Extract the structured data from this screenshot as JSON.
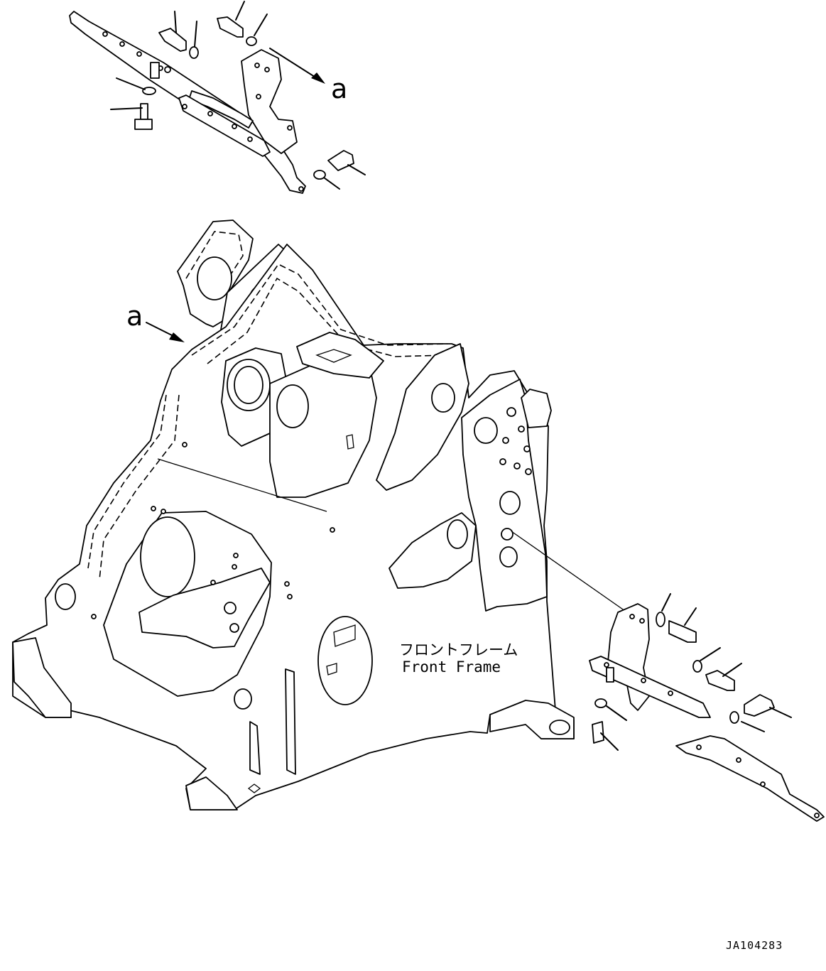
{
  "labels": {
    "view_ref_top": "a",
    "view_ref_frame": "a",
    "frame_name_jp": "フロントフレーム",
    "frame_name_en": "Front Frame",
    "drawing_code": "JA104283"
  }
}
